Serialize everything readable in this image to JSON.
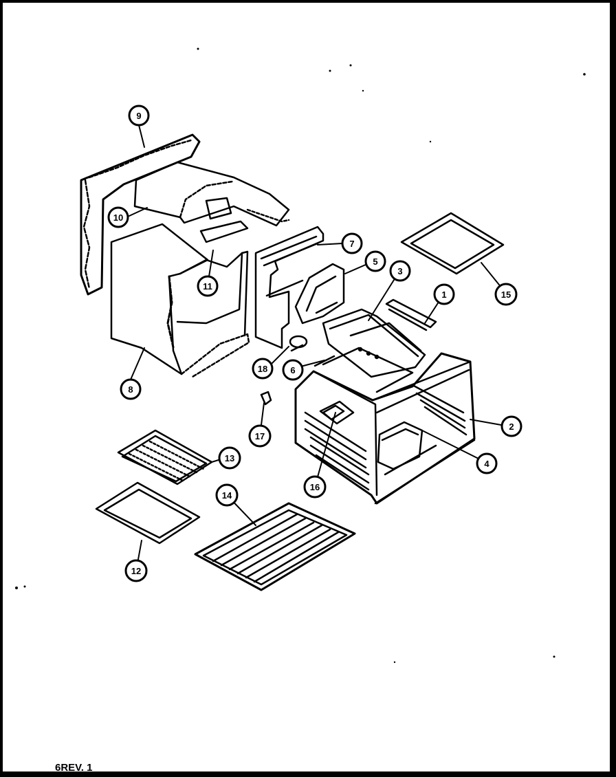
{
  "diagram": {
    "callouts": [
      {
        "id": "c1",
        "label": "1"
      },
      {
        "id": "c2",
        "label": "2"
      },
      {
        "id": "c3",
        "label": "3"
      },
      {
        "id": "c4",
        "label": "4"
      },
      {
        "id": "c5",
        "label": "5"
      },
      {
        "id": "c6",
        "label": "6"
      },
      {
        "id": "c7",
        "label": "7"
      },
      {
        "id": "c8",
        "label": "8"
      },
      {
        "id": "c9",
        "label": "9"
      },
      {
        "id": "c10",
        "label": "10"
      },
      {
        "id": "c11",
        "label": "11"
      },
      {
        "id": "c12",
        "label": "12"
      },
      {
        "id": "c13",
        "label": "13"
      },
      {
        "id": "c14",
        "label": "14"
      },
      {
        "id": "c15",
        "label": "15"
      },
      {
        "id": "c16",
        "label": "16"
      },
      {
        "id": "c17",
        "label": "17"
      },
      {
        "id": "c18",
        "label": "18"
      }
    ],
    "footer_code": "6REV. 1"
  },
  "colors": {
    "frame": "#000000",
    "paper": "#ffffff",
    "ink": "#000000"
  }
}
